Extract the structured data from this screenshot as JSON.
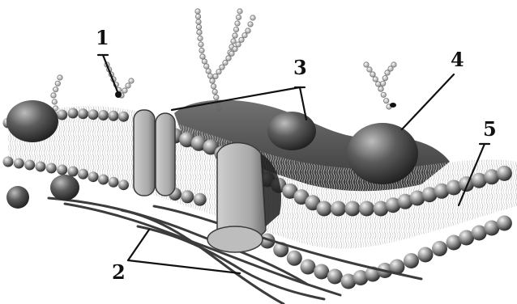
{
  "figure": {
    "subject": "cell-membrane-fluid-mosaic-model",
    "palette": {
      "background": "#ffffff",
      "head_light": "#e6e6e6",
      "head_dark": "#3a3a3a",
      "protein_light": "#b4b4b4",
      "protein_dark": "#2e2e2e",
      "glycoprotein_mass": "#4a4a4a",
      "filament": "#3c3c3c",
      "leader": "#111111"
    },
    "callouts": [
      {
        "id": "1",
        "label": "1"
      },
      {
        "id": "2",
        "label": "2"
      },
      {
        "id": "3",
        "label": "3"
      },
      {
        "id": "4",
        "label": "4"
      },
      {
        "id": "5",
        "label": "5"
      }
    ]
  }
}
